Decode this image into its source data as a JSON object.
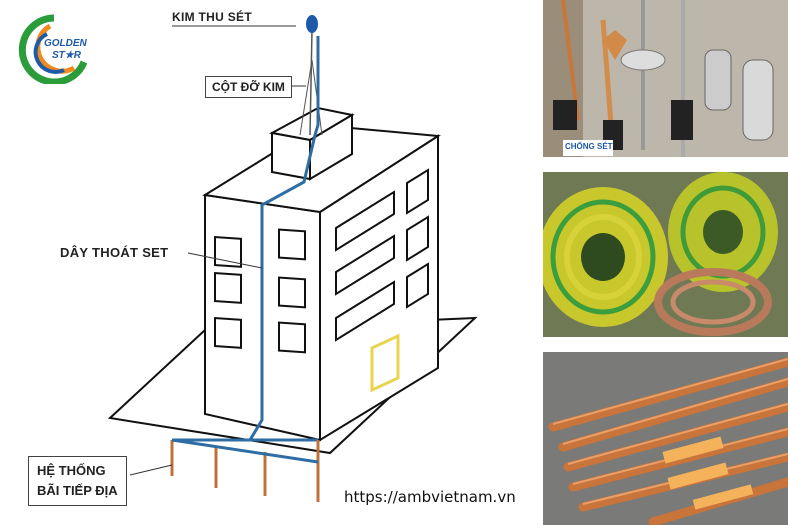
{
  "labels": {
    "kim_thu_set": "KIM THU SÉT",
    "cot_do_kim": "CỘT ĐỠ KIM",
    "day_thoat_set": "DÂY THOÁT SET",
    "he_thong_line1": "HỆ THỐNG",
    "he_thong_line2": "BÃI TIẾP ĐỊA"
  },
  "logo": {
    "line1": "GOLDEN",
    "line2": "ST★R"
  },
  "photo_texts": {
    "box_label": "CHỐNG SÉT"
  },
  "url": "https://ambvietnam.vn",
  "colors": {
    "conductor": "#2e6da4",
    "door": "#e8d44d",
    "copper": "#c0713a",
    "logo_green": "#2a9d3a",
    "logo_blue": "#1e5aa8",
    "logo_orange": "#f08a1c"
  }
}
